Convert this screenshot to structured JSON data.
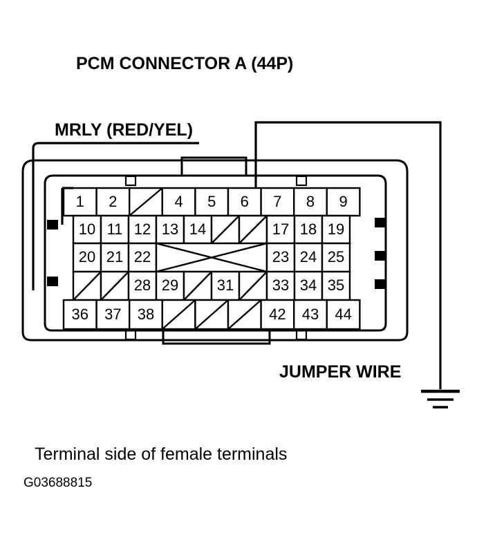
{
  "figure": {
    "title": "PCM CONNECTOR A (44P)",
    "wire_label": "MRLY (RED/YEL)",
    "jumper_label": "JUMPER WIRE",
    "caption": "Terminal side of female terminals",
    "figure_id": "G03688815",
    "ink_color": "#000000",
    "background_color": "#ffffff"
  },
  "connector": {
    "name": "PCM Connector A",
    "pin_count": "44P",
    "view": "Terminal side of female terminals",
    "rows": [
      {
        "row_index": 1,
        "cells": [
          "1",
          "2",
          "",
          "4",
          "5",
          "6",
          "7",
          "8",
          "9"
        ],
        "blank_marks": [
          "",
          "",
          "diagonal",
          "",
          "",
          "",
          "",
          "",
          ""
        ]
      },
      {
        "row_index": 2,
        "cells": [
          "10",
          "11",
          "12",
          "13",
          "14",
          "",
          "",
          "17",
          "18",
          "19"
        ],
        "blank_marks": [
          "",
          "",
          "",
          "",
          "",
          "diagonal",
          "diagonal",
          "",
          "",
          ""
        ]
      },
      {
        "row_index": 3,
        "cells": [
          "20",
          "21",
          "22",
          "",
          "",
          "",
          "",
          "23",
          "24",
          "25"
        ],
        "blank_marks": [
          "",
          "",
          "",
          "bowtie",
          "bowtie",
          "bowtie",
          "bowtie",
          "",
          "",
          ""
        ]
      },
      {
        "row_index": 4,
        "cells": [
          "",
          "",
          "28",
          "29",
          "",
          "31",
          "",
          "33",
          "34",
          "35"
        ],
        "blank_marks": [
          "diagonal",
          "diagonal",
          "",
          "",
          "diagonal",
          "",
          "diagonal",
          "",
          "",
          ""
        ]
      },
      {
        "row_index": 5,
        "cells": [
          "36",
          "37",
          "38",
          "",
          "",
          "",
          "42",
          "43",
          "44"
        ],
        "blank_marks": [
          "",
          "",
          "",
          "diagonal",
          "diagonal",
          "diagonal",
          "",
          "",
          ""
        ]
      }
    ]
  },
  "wiring": {
    "mrly_wire": {
      "label": "MRLY (RED/YEL)",
      "color_code": "RED/YEL",
      "connects_to_terminal": "10"
    },
    "jumper_wire": {
      "label": "JUMPER WIRE",
      "from_terminal": "6",
      "to": "ground"
    },
    "ground_symbol": "earth-ground"
  }
}
